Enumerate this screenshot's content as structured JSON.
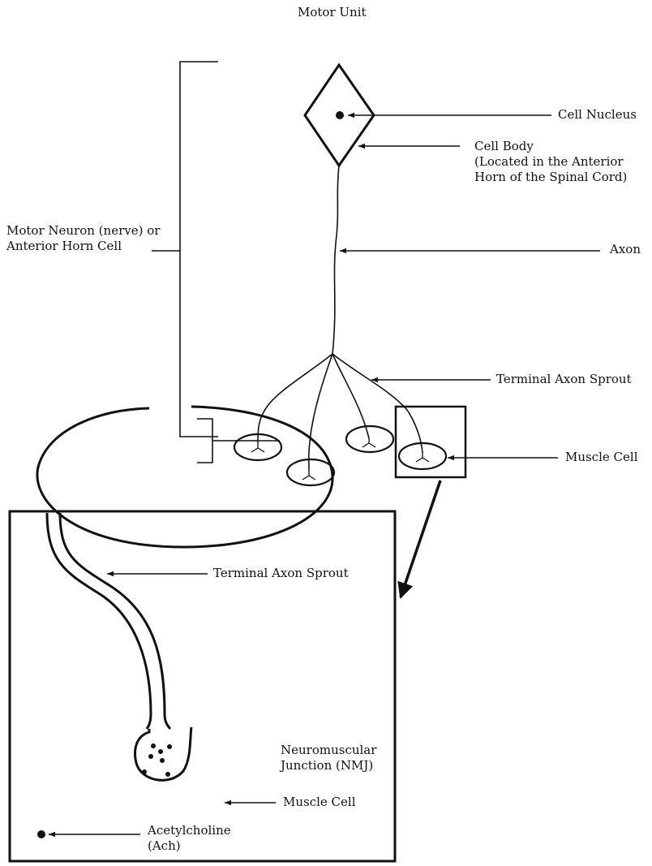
{
  "title": "Motor Unit",
  "labels": {
    "cell_nucleus": "Cell Nucleus",
    "cell_body": [
      "Cell Body",
      "(Located in the Anterior",
      "Horn of the Spinal Cord)"
    ],
    "motor_neuron": [
      "Motor Neuron (nerve) or",
      "Anterior Horn Cell"
    ],
    "axon": "Axon",
    "terminal_axon_sprout": "Terminal Axon Sprout",
    "muscle_cell": "Muscle Cell",
    "inset_terminal_axon_sprout": "Terminal Axon Sprout",
    "neuromuscular_junction": [
      "Neuromuscular",
      "Junction (NMJ)"
    ],
    "inset_muscle_cell": "Muscle Cell",
    "acetylcholine": [
      "Acetylcholine",
      "(Ach)"
    ]
  },
  "colors": {
    "ink": "#111111",
    "background": "#ffffff"
  }
}
